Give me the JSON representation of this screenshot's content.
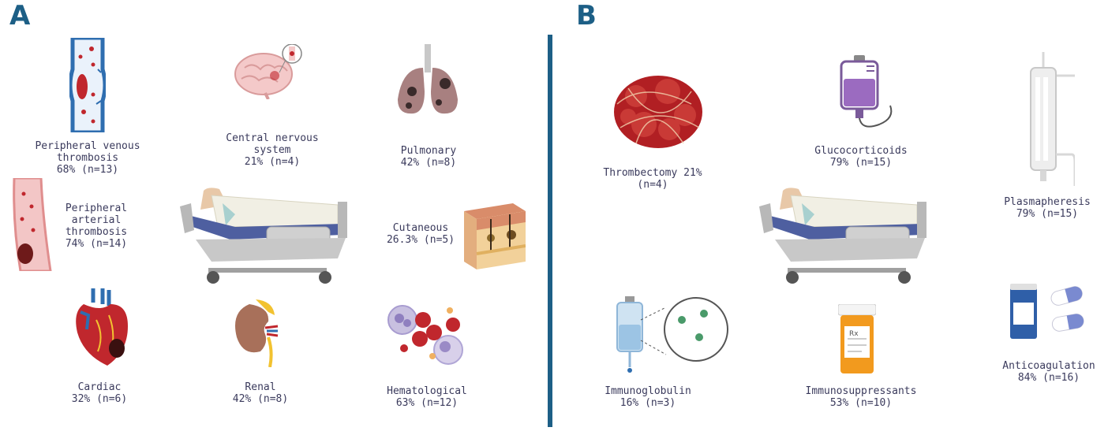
{
  "panels": {
    "a": "A",
    "b": "B"
  },
  "complications": {
    "peripheral_venous": {
      "l1": "Peripheral venous",
      "l2": "thrombosis",
      "l3": "68% (n=13)"
    },
    "cns": {
      "l1": "Central nervous",
      "l2": "system",
      "l3": "21% (n=4)"
    },
    "pulmonary": {
      "l1": "Pulmonary",
      "l2": "42% (n=8)"
    },
    "peripheral_arterial": {
      "l1": "Peripheral",
      "l2": "arterial",
      "l3": "thrombosis",
      "l4": "74% (n=14)"
    },
    "cutaneous": {
      "l1": "Cutaneous",
      "l2": "26.3% (n=5)"
    },
    "cardiac": {
      "l1": "Cardiac",
      "l2": "32% (n=6)"
    },
    "renal": {
      "l1": "Renal",
      "l2": "42% (n=8)"
    },
    "hematological": {
      "l1": "Hematological",
      "l2": "63% (n=12)"
    }
  },
  "treatments": {
    "thrombectomy": {
      "l1": "Thrombectomy 21%",
      "l2": "(n=4)"
    },
    "glucocorticoids": {
      "l1": "Glucocorticoids",
      "l2": "79% (n=15)"
    },
    "plasmapheresis": {
      "l1": "Plasmapheresis",
      "l2": "79% (n=15)"
    },
    "immunoglobulin": {
      "l1": "Immunoglobulin",
      "l2": "16% (n=3)"
    },
    "immunosuppressants": {
      "l1": "Immunosuppressants",
      "l2": "53% (n=10)"
    },
    "anticoagulation": {
      "l1": "Anticoagulation",
      "l2": "84% (n=16)"
    }
  },
  "icons": {
    "panel_a": [
      "vein-icon",
      "brain-icon",
      "lungs-icon",
      "artery-icon",
      "hospital-bed-icon",
      "skin-icon",
      "heart-icon",
      "kidney-icon",
      "blood-cells-icon"
    ],
    "panel_b": [
      "thrombus-icon",
      "iv-bag-icon",
      "filter-column-icon",
      "hospital-bed-icon",
      "ivig-bag-icon",
      "pill-bottle-icon",
      "capsules-icon"
    ]
  },
  "colors": {
    "accent": "#1d5f86",
    "text": "#3a3a5c",
    "blood": "#c0272d",
    "vein": "#2f6eb0"
  }
}
